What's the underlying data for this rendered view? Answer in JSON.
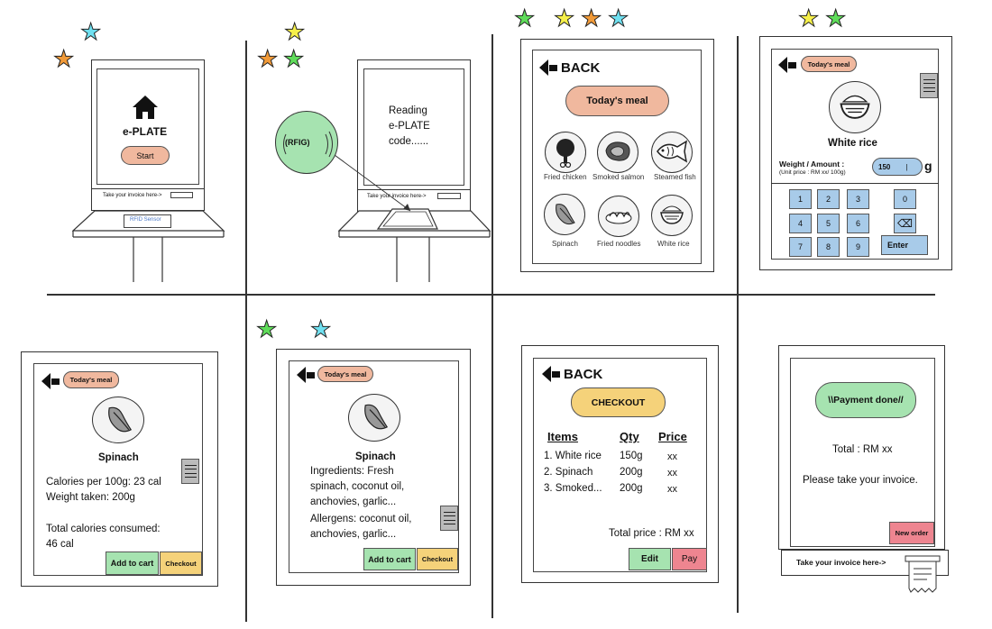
{
  "colors": {
    "salmon": "#f0b89e",
    "green": "#a6e3b0",
    "yellow": "#f5d27a",
    "blue": "#a8cbe9",
    "red": "#ee8590"
  },
  "kiosk1": {
    "title": "e-PLATE",
    "start": "Start",
    "invoice": "Take your invoice here->",
    "sensor": "RFID Sensor"
  },
  "kiosk2": {
    "reading": "Reading\ne-PLATE\ncode......",
    "rfid": "(RFIG)",
    "invoice": "Take your invoice here->"
  },
  "menu": {
    "back": "BACK",
    "header": "Today's meal",
    "items": [
      "Fried chicken",
      "Smoked salmon",
      "Steamed fish",
      "Spinach",
      "Fried noodles",
      "White rice"
    ]
  },
  "weight": {
    "header": "Today's meal",
    "food": "White rice",
    "label": "Weight / Amount :",
    "unit_price": "(Unit price : RM xx/ 100g)",
    "value": "150",
    "unit": "g",
    "keys": [
      "1",
      "2",
      "3",
      "0",
      "4",
      "5",
      "6",
      "⌫",
      "7",
      "8",
      "9",
      "Enter"
    ]
  },
  "spinach1": {
    "header": "Today's meal",
    "food": "Spinach",
    "line1": "Calories per 100g: 23 cal",
    "line2": "Weight taken: 200g",
    "line3": "Total calories consumed:",
    "line4": "46 cal",
    "add": "Add to cart",
    "checkout": "Checkout"
  },
  "spinach2": {
    "header": "Today's meal",
    "food": "Spinach",
    "ing1": "Ingredients: Fresh",
    "ing2": "spinach, coconut oil,",
    "ing3": "anchovies, garlic...",
    "all1": "Allergens: coconut oil,",
    "all2": "anchovies, garlic...",
    "add": "Add to cart",
    "checkout": "Checkout"
  },
  "checkout": {
    "back": "BACK",
    "header": "CHECKOUT",
    "col_items": "Items",
    "col_qty": "Qty",
    "col_price": "Price",
    "rows": [
      {
        "item": "1. White rice",
        "qty": "150g",
        "price": "xx"
      },
      {
        "item": "2. Spinach",
        "qty": "200g",
        "price": "xx"
      },
      {
        "item": "3. Smoked...",
        "qty": "200g",
        "price": "xx"
      }
    ],
    "total": "Total price : RM xx",
    "edit": "Edit",
    "pay": "Pay"
  },
  "payment": {
    "header": "\\\\Payment done//",
    "total": "Total : RM xx",
    "message": "Please take your invoice.",
    "new_order": "New order",
    "invoice": "Take your invoice here->"
  }
}
